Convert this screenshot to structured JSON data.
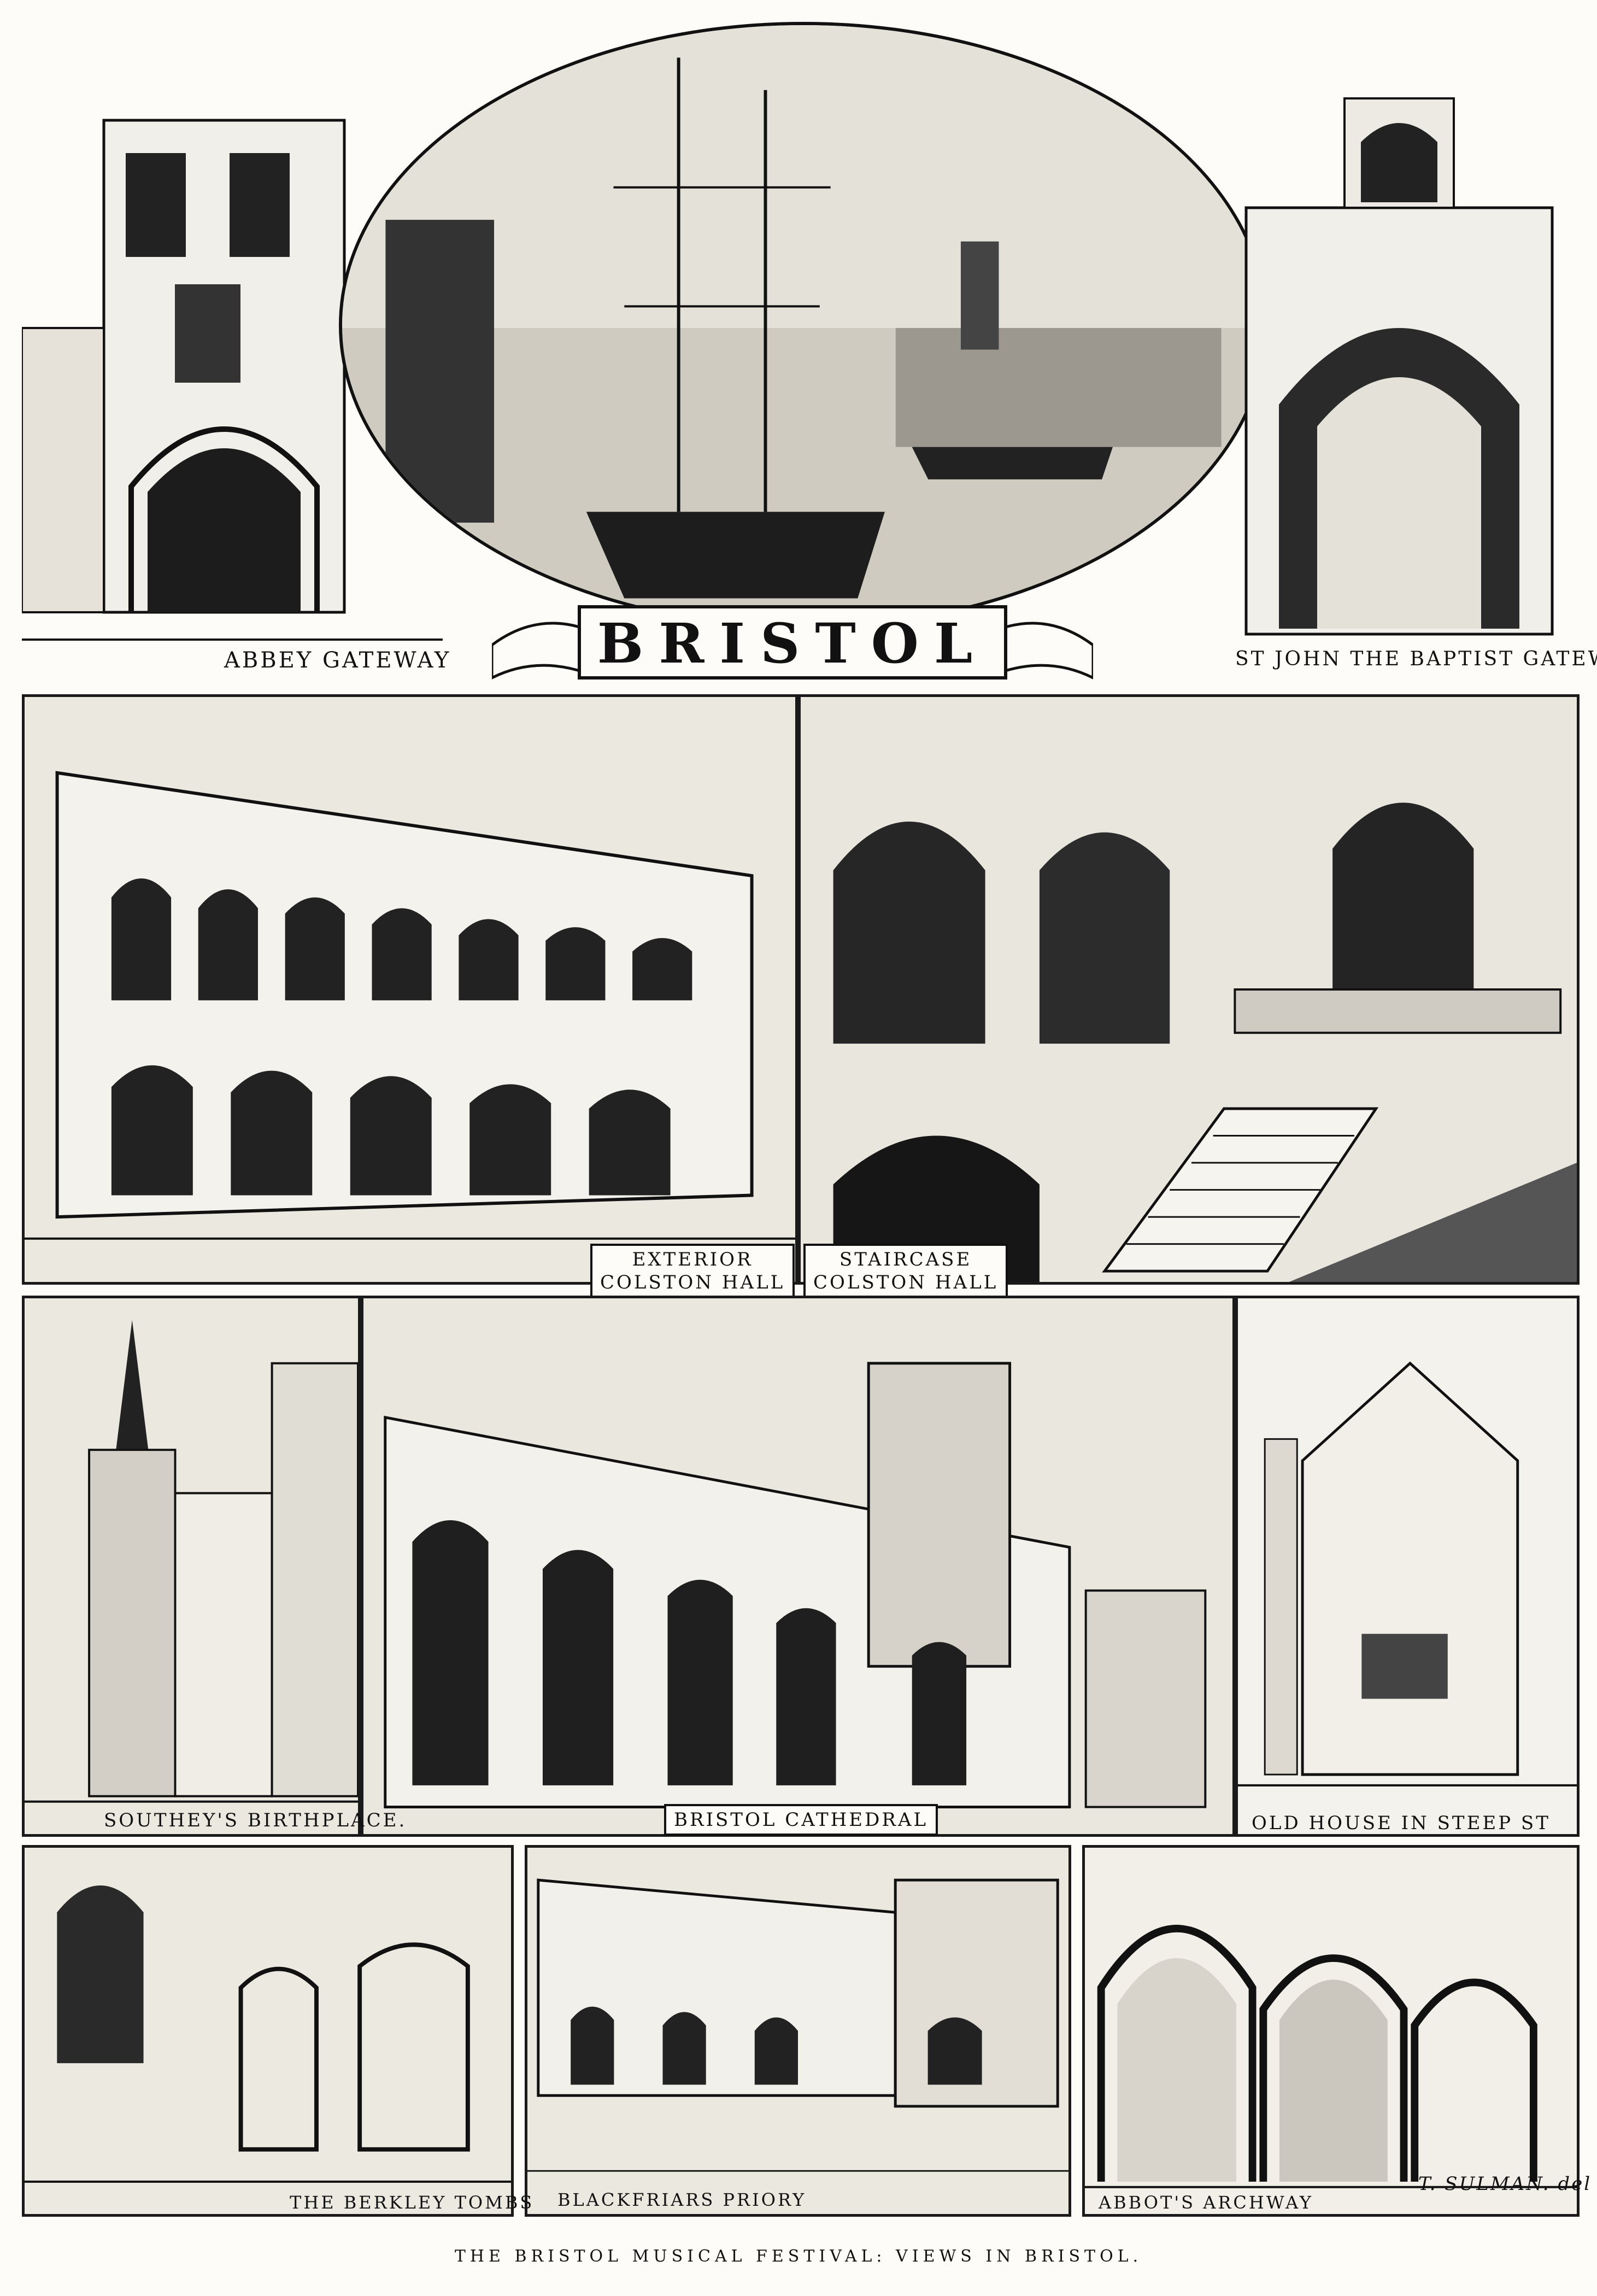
{
  "title": "BRISTOL",
  "footer": "THE BRISTOL MUSICAL FESTIVAL: VIEWS IN BRISTOL.",
  "signature": "T. SULMAN. del",
  "panels": {
    "abbey_gateway": "ABBEY GATEWAY",
    "st_john": "ST JOHN THE BAPTIST GATEWAY",
    "exterior": [
      "EXTERIOR",
      "COLSTON HALL"
    ],
    "staircase": [
      "STAIRCASE",
      "COLSTON HALL"
    ],
    "southey": "SOUTHEY'S BIRTHPLACE.",
    "cathedral": "BRISTOL CATHEDRAL",
    "old_house": "OLD HOUSE IN STEEP ST",
    "berkley": "THE BERKLEY TOMBS",
    "blackfriars": "BLACKFRIARS PRIORY",
    "abbots": "ABBOT'S ARCHWAY"
  },
  "colors": {
    "ink": "#111111",
    "paper": "#fdfcf9",
    "shade": "#d9d5cc"
  }
}
